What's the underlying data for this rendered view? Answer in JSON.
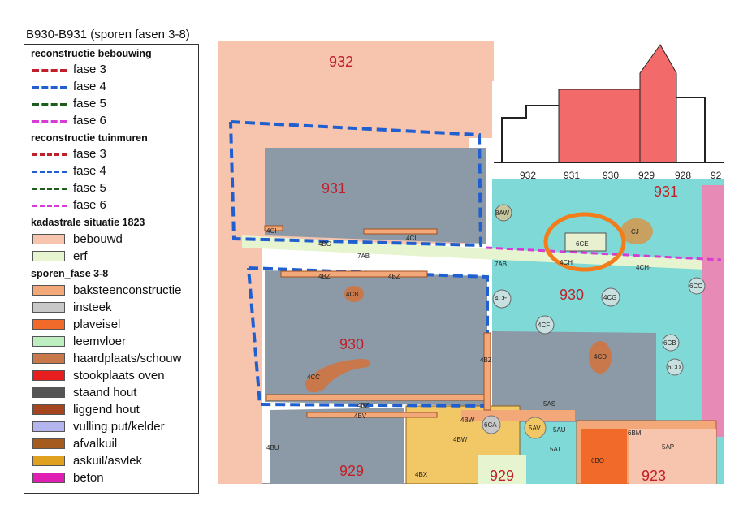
{
  "title": "B930-B931 (sporen fasen 3-8)",
  "legend": {
    "sections": [
      {
        "heading": "reconstructie bebouwing",
        "items": [
          {
            "label": "fase 3",
            "color": "#c0202a",
            "style": "dash"
          },
          {
            "label": "fase 4",
            "color": "#1f5fd0",
            "style": "dash"
          },
          {
            "label": "fase 5",
            "color": "#1d5e1d",
            "style": "dash"
          },
          {
            "label": "fase 6",
            "color": "#d63bd6",
            "style": "dash"
          }
        ]
      },
      {
        "heading": "reconstructie tuinmuren",
        "items": [
          {
            "label": "fase 3",
            "color": "#c0202a",
            "style": "dot"
          },
          {
            "label": "fase 4",
            "color": "#1f5fd0",
            "style": "dot"
          },
          {
            "label": "fase 5",
            "color": "#1d5e1d",
            "style": "dot"
          },
          {
            "label": "fase 6",
            "color": "#d63bd6",
            "style": "dot"
          }
        ]
      },
      {
        "heading": "kadastrale situatie 1823",
        "items": [
          {
            "label": "bebouwd",
            "color": "#f7c4ae",
            "style": "fill"
          },
          {
            "label": "erf",
            "color": "#e6f5cf",
            "style": "fill"
          }
        ]
      },
      {
        "heading": "sporen_fase 3-8",
        "items": [
          {
            "label": "baksteenconstructie",
            "color": "#f2a878",
            "style": "fill"
          },
          {
            "label": "insteek",
            "color": "#c8c8c8",
            "style": "fill"
          },
          {
            "label": "plaveisel",
            "color": "#f26a2a",
            "style": "fill"
          },
          {
            "label": "leemvloer",
            "color": "#bdeec0",
            "style": "fill"
          },
          {
            "label": "haardplaats/schouw",
            "color": "#c8784a",
            "style": "fill"
          },
          {
            "label": "stookplaats oven",
            "color": "#e81e1e",
            "style": "fill"
          },
          {
            "label": "staand hout",
            "color": "#555555",
            "style": "fill"
          },
          {
            "label": "liggend hout",
            "color": "#a54520",
            "style": "fill"
          },
          {
            "label": "vulling put/kelder",
            "color": "#b4b4ee",
            "style": "fill"
          },
          {
            "label": "afvalkuil",
            "color": "#a55a1e",
            "style": "fill"
          },
          {
            "label": "askuil/asvlek",
            "color": "#e0a020",
            "style": "fill"
          },
          {
            "label": "beton",
            "color": "#e01eb4",
            "style": "fill"
          }
        ]
      }
    ]
  },
  "map": {
    "parcels": [
      "932",
      "931",
      "930",
      "929",
      "923"
    ],
    "parcel_931_right": "931",
    "parcel_930_right": "930",
    "parcel_929_bottom": "929",
    "inset_labels": [
      "932",
      "931",
      "930",
      "929",
      "928",
      "92"
    ],
    "features": [
      "4CI",
      "4BC",
      "4CI",
      "7AB",
      "7AB",
      "4BZ",
      "4BZ",
      "4CB",
      "4CC",
      "4BZ",
      "4BV",
      "4BZ",
      "4BW",
      "4BW",
      "4BU",
      "4BX",
      "6CA",
      "5AV",
      "5AU",
      "5AS",
      "5AT",
      "6BM",
      "5AP",
      "6BO",
      "4CE",
      "4CG",
      "4CF",
      "4CD",
      "6CB",
      "6CD",
      "6CC",
      "8AW",
      "CJ",
      "6CE",
      "4CH",
      "4CH-"
    ]
  }
}
